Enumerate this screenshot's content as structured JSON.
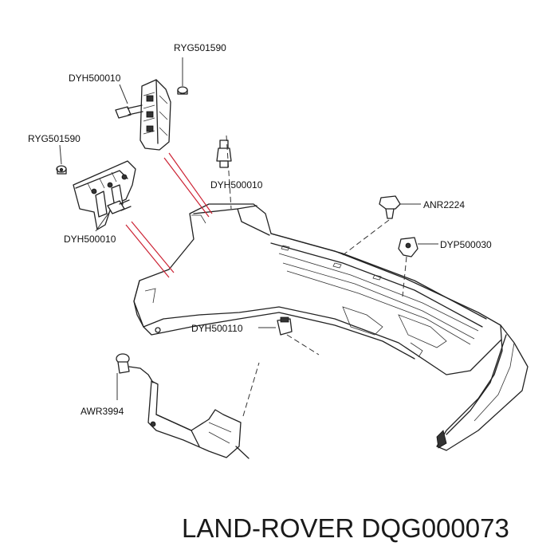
{
  "labels": {
    "ryg_top": "RYG501590",
    "dyh_top": "DYH500010",
    "ryg_left": "RYG501590",
    "dyh_mid": "DYH500010",
    "dyh_left": "DYH500010",
    "anr": "ANR2224",
    "dyp": "DYP500030",
    "dyh_bottom": "DYH500110",
    "awr": "AWR3994"
  },
  "footer": "LAND-ROVER DQG000073"
}
